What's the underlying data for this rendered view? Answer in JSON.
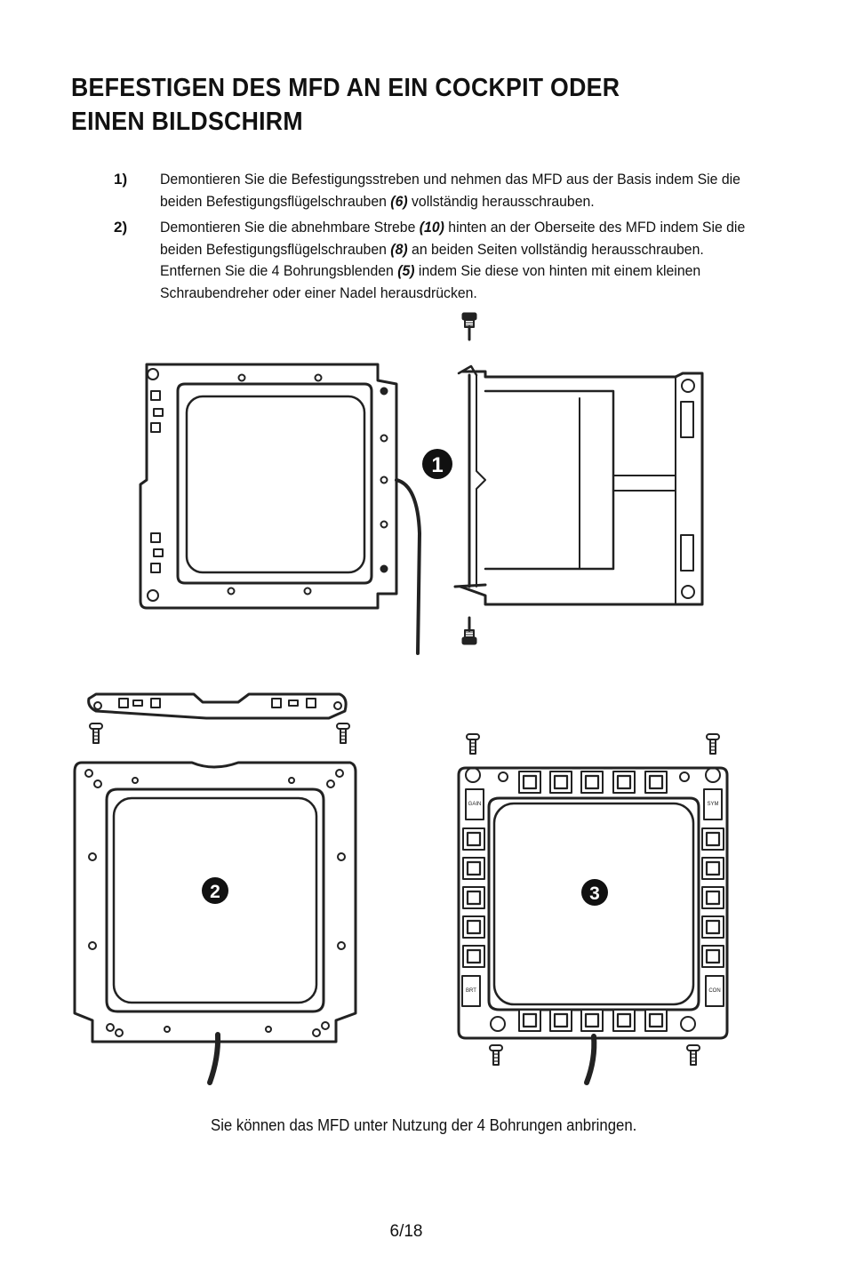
{
  "heading": "BEFESTIGEN DES MFD AN EIN COCKPIT ODER EINEN BILDSCHIRM",
  "steps": [
    {
      "num": "1)",
      "t1": "Demontieren Sie die Befestigungsstreben und nehmen das MFD aus der Basis indem Sie die beiden Befestigungsflügelschrauben ",
      "r1": "(6)",
      "t2": " vollständig herausschrauben."
    },
    {
      "num": "2)",
      "t1": "Demontieren Sie die abnehmbare Strebe ",
      "r1": "(10)",
      "t2": " hinten an der Oberseite des MFD indem Sie die beiden Befestigungsflügelschrauben ",
      "r2": "(8)",
      "t3": "  an beiden Seiten vollständig herausschrauben.  Entfernen Sie die 4 Bohrungsblenden ",
      "r3": "(5)",
      "t4": " indem Sie diese von hinten mit einem kleinen Schraubendreher oder einer Nadel herausdrücken."
    }
  ],
  "figure": {
    "callouts": [
      "1",
      "2",
      "3"
    ],
    "button_labels": [
      "GAIN",
      "SYM",
      "BRT",
      "CON"
    ]
  },
  "caption": "Sie können das MFD unter Nutzung der 4 Bohrungen anbringen.",
  "page_number": "6/18"
}
